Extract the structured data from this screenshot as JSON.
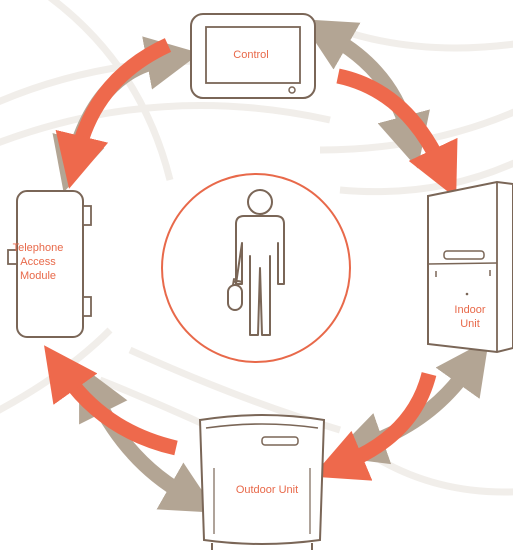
{
  "colors": {
    "accent_arrow": "#ee694c",
    "secondary_arrow": "#b3a594",
    "outline": "#7a6657",
    "label_text": "#e8694a",
    "center_circle": "#e8694a",
    "background_lines": "#f1eeea"
  },
  "nodes": {
    "control": {
      "label": "Control",
      "icon": "thermostat-icon"
    },
    "telephone_access_module": {
      "label_lines": [
        "Telephone",
        "Access",
        "Module"
      ],
      "icon": "telephone-access-module-icon"
    },
    "indoor_unit": {
      "label_lines": [
        "Indoor",
        "Unit"
      ],
      "icon": "furnace-icon"
    },
    "outdoor_unit": {
      "label": "Outdoor Unit",
      "icon": "condenser-icon"
    },
    "center": {
      "icon": "service-technician-icon"
    }
  }
}
